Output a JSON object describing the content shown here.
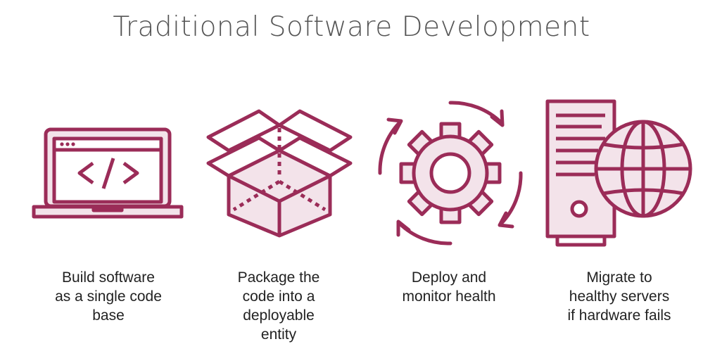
{
  "title": "Traditional Software Development",
  "colors": {
    "accent": "#9b2c58",
    "fill": "#f3e3ea",
    "text": "#222222"
  },
  "steps": [
    {
      "icon": "laptop-code-icon",
      "caption": [
        "Build software",
        "as a single code",
        "base"
      ]
    },
    {
      "icon": "open-box-icon",
      "caption": [
        "Package the",
        "code into a",
        "deployable",
        "entity"
      ]
    },
    {
      "icon": "gear-cycle-icon",
      "caption": [
        "Deploy and",
        "monitor health"
      ]
    },
    {
      "icon": "server-globe-icon",
      "caption": [
        "Migrate to",
        "healthy servers",
        "if hardware fails"
      ]
    }
  ]
}
